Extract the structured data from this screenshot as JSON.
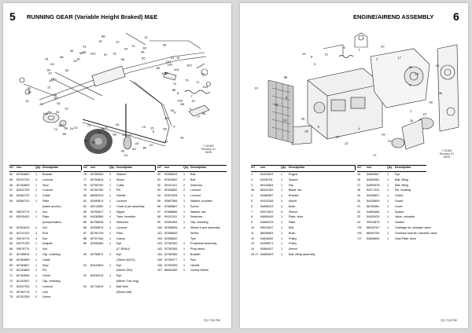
{
  "left": {
    "page_number": "5",
    "title": "RUNNING GEAR (Variable Height Braked) M&E",
    "callouts": [
      "8",
      "7",
      "100",
      "97",
      "98",
      "6",
      "5",
      "94",
      "95",
      "17",
      "4",
      "83",
      "69",
      "43",
      "45",
      "15",
      "19",
      "9",
      "80",
      "16",
      "13",
      "63",
      "24",
      "40",
      "61",
      "68",
      "32",
      "76",
      "75",
      "77",
      "14",
      "11",
      "73",
      "23",
      "24",
      "58",
      "89",
      "109",
      "74",
      "91",
      "105",
      "91",
      "10",
      "85",
      "92",
      "31",
      "55",
      "78",
      "38",
      "52",
      "21",
      "20",
      "22",
      "62",
      "50",
      "10",
      "30",
      "51",
      "53",
      "61",
      "29",
      "66",
      "53",
      "33",
      "86",
      "31",
      "103",
      "87",
      "88",
      "97",
      "31",
      "12",
      "66",
      "67",
      "74",
      "64",
      "65",
      "28",
      "76",
      "25",
      "27",
      "107",
      "102",
      "102",
      "83",
      "67",
      "106",
      "84",
      "101",
      "72",
      "73",
      "71",
      "70",
      "104",
      "85"
    ],
    "fig_caption": [
      "T-51059",
      "Revision 01",
      "06/05"
    ],
    "columns": [
      {
        "header": {
          "ref": "ref",
          "ccn": "ccn",
          "qty": "Qty.",
          "desc": "Description"
        },
        "rows": [
          {
            "ref": "54",
            "ccn": "82784863",
            "qty": "1",
            "desc": "Bracket"
          },
          {
            "ref": "55",
            "ccn": "82022763",
            "qty": "4",
            "desc": "Locknut"
          },
          {
            "ref": "56",
            "ccn": "82784869",
            "qty": "1",
            "desc": "Stud"
          },
          {
            "ref": "57",
            "ccn": "82022769",
            "qty": "1",
            "desc": "Locknut"
          },
          {
            "ref": "58",
            "ccn": "82084733",
            "qty": "2",
            "desc": "Cable"
          },
          {
            "ref": "59",
            "ccn": "82084741",
            "qty": "1",
            "desc": "Plate"
          },
          {
            "ref": "",
            "ccn": "",
            "qty": "",
            "desc": "(cable anchor)"
          },
          {
            "ref": "60",
            "ccn": "95076774",
            "qty": "1",
            "desc": "Nut"
          },
          {
            "ref": "61",
            "ccn": "82035432",
            "qty": "1",
            "desc": "Plate"
          },
          {
            "ref": "",
            "ccn": "",
            "qty": "",
            "desc": "(compensator)"
          },
          {
            "ref": "62",
            "ccn": "82304519",
            "qty": "4",
            "desc": "Nut"
          },
          {
            "ref": "63",
            "ccn": "84722103",
            "qty": "4",
            "desc": "Rod"
          },
          {
            "ref": "64",
            "ccn": "95076774",
            "qty": "4",
            "desc": "Nut"
          },
          {
            "ref": "65",
            "ccn": "82075783",
            "qty": "1",
            "desc": "Adapter"
          },
          {
            "ref": "66",
            "ccn": "95076774",
            "qty": "1",
            "desc": "Nut"
          },
          {
            "ref": "67",
            "ccn": "82788516",
            "qty": "1",
            "desc": "Clip, retaining"
          },
          {
            "ref": "68",
            "ccn": "82784805",
            "qty": "1",
            "desc": "Cable"
          },
          {
            "ref": "69",
            "ccn": "82784807",
            "qty": "1",
            "desc": "Stop"
          },
          {
            "ref": "70",
            "ccn": "82132865",
            "qty": "1",
            "desc": "Pin"
          },
          {
            "ref": "71",
            "ccn": "82784848",
            "qty": "1",
            "desc": "Clevis"
          },
          {
            "ref": "72",
            "ccn": "82132557",
            "qty": "1",
            "desc": "Clip, retaining"
          },
          {
            "ref": "73",
            "ccn": "82022763",
            "qty": "1",
            "desc": "Locknut"
          },
          {
            "ref": "74",
            "ccn": "82784774",
            "qty": "1",
            "desc": "Link"
          },
          {
            "ref": "75",
            "ccn": "82132259",
            "qty": "2",
            "desc": "Screw"
          }
        ]
      },
      {
        "header": {
          "ref": "ref",
          "ccn": "ccn",
          "qty": "Qty.",
          "desc": "Description"
        },
        "rows": [
          {
            "ref": "76",
            "ccn": "82780663",
            "qty": "2",
            "desc": "Washer"
          },
          {
            "ref": "77",
            "ccn": "82784816",
            "qty": "1",
            "desc": "Mount"
          },
          {
            "ref": "78",
            "ccn": "82784782",
            "qty": "1",
            "desc": "Collar"
          },
          {
            "ref": "79",
            "ccn": "82784780",
            "qty": "1",
            "desc": "Pin"
          },
          {
            "ref": "80",
            "ccn": "88280319",
            "qty": "1",
            "desc": "Handle"
          },
          {
            "ref": "81",
            "ccn": "82089874",
            "qty": "1",
            "desc": "Locknut"
          },
          {
            "ref": "82",
            "ccn": "82013081",
            "qty": "2",
            "desc": "Chain & pin assembly"
          },
          {
            "ref": "83",
            "ccn": "54700817",
            "qty": "1",
            "desc": "Nipple"
          },
          {
            "ref": "84",
            "ccn": "54438380",
            "qty": "1",
            "desc": "Tube, breather"
          },
          {
            "ref": "85",
            "ccn": "82758818",
            "qty": "4",
            "desc": "Setscrew"
          },
          {
            "ref": "86",
            "ccn": "82056874",
            "qty": "4",
            "desc": "Locknut"
          },
          {
            "ref": "87",
            "ccn": "82784749",
            "qty": "1",
            "desc": "Pawl"
          },
          {
            "ref": "88",
            "ccn": "82757346",
            "qty": "1",
            "desc": "Clamp"
          },
          {
            "ref": "89",
            "ccn": "82055482",
            "qty": "1",
            "desc": "Eye"
          },
          {
            "ref": "",
            "ccn": "",
            "qty": "",
            "desc": "(2\" BSAU)"
          },
          {
            "ref": "90",
            "ccn": "82758871",
            "qty": "1",
            "desc": "Eye"
          },
          {
            "ref": "",
            "ccn": "",
            "qty": "",
            "desc": "(76mm NATO)"
          },
          {
            "ref": "91",
            "ccn": "82043843",
            "qty": "1",
            "desc": "Eye"
          },
          {
            "ref": "",
            "ccn": "",
            "qty": "",
            "desc": "(40mm DIN)"
          },
          {
            "ref": "92",
            "ccn": "82036315",
            "qty": "1",
            "desc": "Eye"
          },
          {
            "ref": "",
            "ccn": "",
            "qty": "",
            "desc": "(68mm Thin ring)"
          },
          {
            "ref": "93",
            "ccn": "82714615",
            "qty": "1",
            "desc": "Ball hitch"
          },
          {
            "ref": "",
            "ccn": "",
            "qty": "",
            "desc": "(50mm ball)"
          }
        ]
      },
      {
        "header": {
          "ref": "ref",
          "ccn": "ccn",
          "qty": "Qty.",
          "desc": "Description"
        },
        "rows": [
          {
            "ref": "90",
            "ccn": "92356003",
            "qty": "1",
            "desc": "Bolt"
          },
          {
            "ref": "91",
            "ccn": "92304967",
            "qty": "2",
            "desc": "Bolt"
          },
          {
            "ref": "92",
            "ccn": "95101191",
            "qty": "2",
            "desc": "Setscrew"
          },
          {
            "ref": "93",
            "ccn": "92338682",
            "qty": "2",
            "desc": "Locknut"
          },
          {
            "ref": "94",
            "ccn": "92357608",
            "qty": "1",
            "desc": "Locknut"
          },
          {
            "ref": "95",
            "ccn": "92687566",
            "qty": "1",
            "desc": "Washer, pruniber"
          },
          {
            "ref": "96",
            "ccn": "92388867",
            "qty": "1",
            "desc": "Screw"
          },
          {
            "ref": "97",
            "ccn": "92388666",
            "qty": "1",
            "desc": "Washer, tab"
          },
          {
            "ref": "98",
            "ccn": "95101191",
            "qty": "2",
            "desc": "Setscrew"
          },
          {
            "ref": "99",
            "ccn": "92052484",
            "qty": "1",
            "desc": "Clip, retaining"
          },
          {
            "ref": "100",
            "ccn": "92358846",
            "qty": "4",
            "desc": "Wheel & tyre assembly"
          },
          {
            "ref": "101",
            "ccn": "92358845",
            "qty": "",
            "desc": "Wheel"
          },
          {
            "ref": "102",
            "ccn": "92358842",
            "qty": "",
            "desc": "Tyre"
          },
          {
            "ref": "103",
            "ccn": "92782082",
            "qty": "1",
            "desc": "Propstand assembly"
          },
          {
            "ref": "103",
            "ccn": "92782083",
            "qty": "1",
            "desc": "Prop stand"
          },
          {
            "ref": "104",
            "ccn": "92782088",
            "qty": "1",
            "desc": "Bracket"
          },
          {
            "ref": "105",
            "ccn": "92782077",
            "qty": "1",
            "desc": "Pad"
          },
          {
            "ref": "106",
            "ccn": "92782099",
            "qty": "1",
            "desc": "Handle"
          },
          {
            "ref": "107",
            "ccn": "88284389",
            "qty": "1",
            "desc": "Jockey Wheel"
          }
        ]
      }
    ],
    "footer": "7Q1 7Q6 P80"
  },
  "right": {
    "page_number": "6",
    "title": "ENGINE/AIREND ASSEMBLY",
    "callouts": [
      "26",
      "28",
      "1",
      "15",
      "25",
      "24",
      "29",
      "27",
      "4",
      "22",
      "16",
      "26",
      "6",
      "23",
      "26",
      "12",
      "8",
      "10",
      "13",
      "4",
      "19",
      "3",
      "8",
      "21",
      "5",
      "2",
      "2",
      "20",
      "17",
      "30",
      "18",
      "14",
      "9"
    ],
    "fig_caption": [
      "T-51060",
      "Revision 01",
      "06/05"
    ],
    "columns": [
      {
        "header": {
          "ref": "ref",
          "ccn": "ccn",
          "qty": "Qty.",
          "desc": "Description"
        },
        "rows": [
          {
            "ref": "1",
            "ccn": "54432823",
            "qty": "1",
            "desc": "Engine"
          },
          {
            "ref": "2",
            "ccn": "54430111",
            "qty": "1",
            "desc": "Spacer"
          },
          {
            "ref": "3",
            "ccn": "89123664",
            "qty": "1",
            "desc": "Fan"
          },
          {
            "ref": "3a",
            "ccn": "85449783",
            "qty": "1",
            "desc": "Blade, fan"
          },
          {
            "ref": "4",
            "ccn": "54480987",
            "qty": "1",
            "desc": "Bracket"
          },
          {
            "ref": "5",
            "ccn": "92912248",
            "qty": "4",
            "desc": "Mount"
          },
          {
            "ref": "6",
            "ccn": "54896023",
            "qty": "4",
            "desc": "Bush"
          },
          {
            "ref": "7",
            "ccn": "92071901",
            "qty": "4",
            "desc": "Sleeve"
          },
          {
            "ref": "8",
            "ccn": "54606445",
            "qty": "1",
            "desc": "Plate, drive"
          },
          {
            "ref": "9",
            "ccn": "54606478",
            "qty": "1",
            "desc": "Plate"
          },
          {
            "ref": "10",
            "ccn": "99510637",
            "qty": "1",
            "desc": "Bolt"
          },
          {
            "ref": "11",
            "ccn": "88206594",
            "qty": "1",
            "desc": "Bush"
          },
          {
            "ref": "12",
            "ccn": "54816062",
            "qty": "1",
            "desc": "Pulley"
          },
          {
            "ref": "13",
            "ccn": "54495671",
            "qty": "1",
            "desc": "Pulley"
          },
          {
            "ref": "14",
            "ccn": "54964007",
            "qty": "1",
            "desc": "Airend"
          },
          {
            "ref": "15-17",
            "ccn": "54608403",
            "qty": "1",
            "desc": "Ball, lifting assembly"
          }
        ]
      },
      {
        "header": {
          "ref": "ref",
          "ccn": "ccn",
          "qty": "Qty.",
          "desc": "Description"
        },
        "rows": [
          {
            "ref": "15",
            "ccn": "54606967",
            "qty": "1",
            "desc": "Eye"
          },
          {
            "ref": "16",
            "ccn": "54505981",
            "qty": "1",
            "desc": "Ball, lifting"
          },
          {
            "ref": "17",
            "ccn": "54505978",
            "qty": "1",
            "desc": "Ball, lifting"
          },
          {
            "ref": "18",
            "ccn": "54077341",
            "qty": "1",
            "desc": "Pin, locating"
          },
          {
            "ref": "19",
            "ccn": "54436621",
            "qty": "1",
            "desc": "Guard"
          },
          {
            "ref": "20",
            "ccn": "54435809",
            "qty": "1",
            "desc": "Guard"
          },
          {
            "ref": "21",
            "ccn": "88106981",
            "qty": "1",
            "desc": "Cover"
          },
          {
            "ref": "22",
            "ccn": "54606486",
            "qty": "1",
            "desc": "Spacer"
          },
          {
            "ref": "23",
            "ccn": "54430425",
            "qty": "1",
            "desc": "Valve, unloader"
          },
          {
            "ref": "24",
            "ccn": "39313879",
            "qty": "1",
            "desc": "Gasket"
          },
          {
            "ref": "*25",
            "ccn": "88440767",
            "qty": "1",
            "desc": "Cartridge kit, unloader valve"
          },
          {
            "ref": "*26",
            "ccn": "88440759",
            "qty": "1",
            "desc": "Overhaul seal kit, unloader valve"
          },
          {
            "ref": "*27",
            "ccn": "54606652",
            "qty": "1",
            "desc": "Gasl Plate, drive"
          }
        ]
      }
    ],
    "footer": "7Q1 7Q6 P80"
  }
}
